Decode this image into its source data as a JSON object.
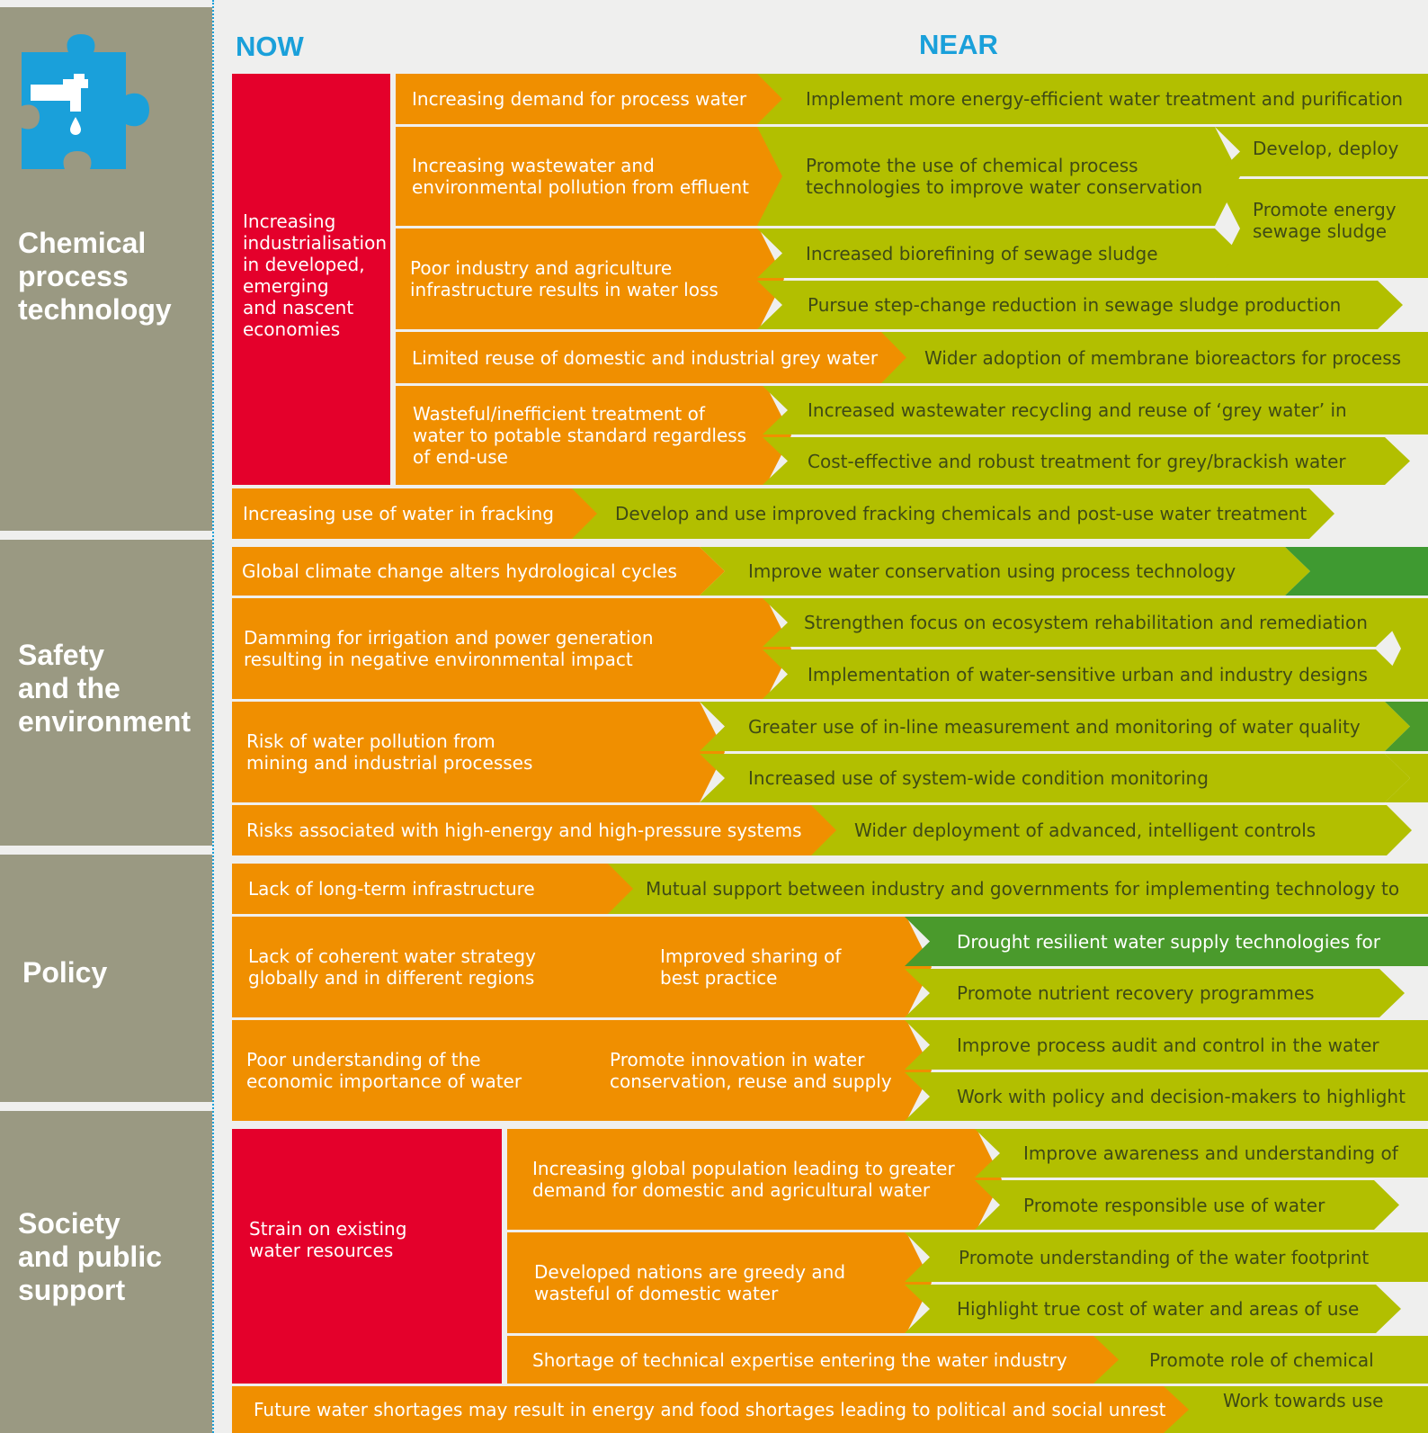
{
  "column_headers": {
    "now": "NOW",
    "near": "NEAR"
  },
  "sections": [
    {
      "name": "Chemical process technology",
      "label": "Chemical\nprocess\ntechnology",
      "icon": "puzzle-tap-icon"
    },
    {
      "name": "Safety and the environment",
      "label": "Safety\nand the\nenvironment"
    },
    {
      "name": "Policy",
      "label": "Policy"
    },
    {
      "name": "Society and public support",
      "label": "Society\nand public\nsupport"
    }
  ],
  "drivers": {
    "industrialisation": "Increasing\nindustrialisation\nin developed,\nemerging\nand nascent\neconomies",
    "strain": "Strain on existing\nwater resources"
  },
  "challenges": {
    "process_water": "Increasing demand for process water",
    "wastewater": "Increasing wastewater and\nenvironmental pollution from effluent",
    "infrastructure_loss": "Poor industry and agriculture\ninfrastructure results in water loss",
    "grey_water": "Limited reuse of domestic and industrial grey water",
    "wasteful_treatment": "Wasteful/inefficient treatment of\nwater to potable standard regardless\nof end-use",
    "fracking": "Increasing use of water in fracking",
    "climate": "Global climate change alters hydrological cycles",
    "damming": "Damming for irrigation and power generation\nresulting in negative environmental impact",
    "pollution_risk": "Risk of water pollution from\nmining and industrial processes",
    "high_energy": "Risks associated with high-energy and high-pressure systems",
    "long_term": "Lack of long-term infrastructure",
    "strategy": "Lack of coherent water strategy\nglobally and in different regions",
    "economic": "Poor understanding of the\neconomic importance of water",
    "population": "Increasing global population leading to greater\ndemand for domestic and agricultural water",
    "greedy": "Developed nations are greedy and\nwasteful of domestic water",
    "expertise": "Shortage of technical expertise entering the water industry",
    "unrest": "Future water shortages may result in energy and food shortages leading to political and social unrest"
  },
  "actions": {
    "energy_efficient": "Implement more energy-efficient water treatment and purification",
    "chem_process": "Promote the use of chemical process\ntechnologies to improve water conservation",
    "develop_deploy": "Develop, deploy",
    "promote_energy": "Promote energy\nsewage sludge",
    "biorefining": "Increased biorefining of sewage sludge",
    "sludge_reduction": "Pursue step-change reduction in sewage sludge production",
    "membrane": "Wider adoption of membrane bioreactors for process",
    "recycling": "Increased wastewater recycling and reuse of ‘grey water’ in",
    "brackish": "Cost-effective and robust treatment for grey/brackish water",
    "fracking_chem": "Develop and use improved fracking chemicals and post-use water treatment",
    "conservation": "Improve water conservation using process technology",
    "ecosystem": "Strengthen focus on ecosystem rehabilitation and remediation",
    "urban": "Implementation of water-sensitive urban and industry designs",
    "inline": "Greater use of in-line measurement and monitoring of water quality",
    "condition": "Increased use of system-wide condition monitoring",
    "controls": "Wider deployment of advanced, intelligent controls",
    "mutual": "Mutual support between industry and governments for implementing technology to",
    "sharing": "Improved sharing of\nbest practice",
    "drought": "Drought resilient water supply technologies for",
    "nutrient": "Promote nutrient recovery programmes",
    "innovation": "Promote innovation in water\nconservation, reuse and supply",
    "audit": "Improve process audit and control in the water",
    "policy_makers": "Work with policy and decision-makers to highlight",
    "awareness": "Improve awareness and understanding of",
    "responsible": "Promote responsible use of water",
    "footprint": "Promote understanding of the water footprint",
    "true_cost": "Highlight true cost of water and areas of use",
    "chem_role": "Promote role of chemical",
    "use": "Work towards use"
  },
  "colors": {
    "band": "#9a9982",
    "orange": "#f08f00",
    "lime": "#b2bf00",
    "red": "#e4002b",
    "green": "#4a9a2c",
    "blue": "#1aa0da"
  }
}
